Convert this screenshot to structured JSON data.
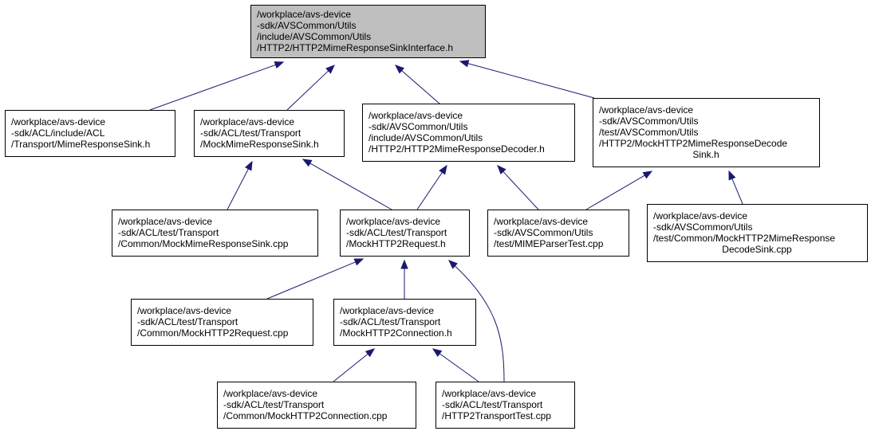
{
  "nodes": [
    {
      "id": "root",
      "lines": [
        "/workplace/avs-device",
        "-sdk/AVSCommon/Utils",
        "/include/AVSCommon/Utils",
        "/HTTP2/HTTP2MimeResponseSinkInterface.h"
      ],
      "highlight": true
    },
    {
      "id": "acl-mime-sink",
      "lines": [
        "/workplace/avs-device",
        "-sdk/ACL/include/ACL",
        "/Transport/MimeResponseSink.h"
      ]
    },
    {
      "id": "mock-mime-sink-h",
      "lines": [
        "/workplace/avs-device",
        "-sdk/ACL/test/Transport",
        "/MockMimeResponseSink.h"
      ]
    },
    {
      "id": "mime-decoder-h",
      "lines": [
        "/workplace/avs-device",
        "-sdk/AVSCommon/Utils",
        "/include/AVSCommon/Utils",
        "/HTTP2/HTTP2MimeResponseDecoder.h"
      ]
    },
    {
      "id": "mock-decode-sink-h",
      "lines": [
        "/workplace/avs-device",
        "-sdk/AVSCommon/Utils",
        "/test/AVSCommon/Utils",
        "/HTTP2/MockHTTP2MimeResponseDecode",
        "Sink.h"
      ]
    },
    {
      "id": "mock-mime-sink-cpp",
      "lines": [
        "/workplace/avs-device",
        "-sdk/ACL/test/Transport",
        "/Common/MockMimeResponseSink.cpp"
      ]
    },
    {
      "id": "mock-http2-request-h",
      "lines": [
        "/workplace/avs-device",
        "-sdk/ACL/test/Transport",
        "/MockHTTP2Request.h"
      ]
    },
    {
      "id": "mime-parser-test",
      "lines": [
        "/workplace/avs-device",
        "-sdk/AVSCommon/Utils",
        "/test/MIMEParserTest.cpp"
      ]
    },
    {
      "id": "mock-decode-sink-cpp",
      "lines": [
        "/workplace/avs-device",
        "-sdk/AVSCommon/Utils",
        "/test/Common/MockHTTP2MimeResponse",
        "DecodeSink.cpp"
      ]
    },
    {
      "id": "mock-http2-request-cpp",
      "lines": [
        "/workplace/avs-device",
        "-sdk/ACL/test/Transport",
        "/Common/MockHTTP2Request.cpp"
      ]
    },
    {
      "id": "mock-http2-connection-h",
      "lines": [
        "/workplace/avs-device",
        "-sdk/ACL/test/Transport",
        "/MockHTTP2Connection.h"
      ]
    },
    {
      "id": "mock-http2-connection-cpp",
      "lines": [
        "/workplace/avs-device",
        "-sdk/ACL/test/Transport",
        "/Common/MockHTTP2Connection.cpp"
      ]
    },
    {
      "id": "http2-transport-test",
      "lines": [
        "/workplace/avs-device",
        "-sdk/ACL/test/Transport",
        "/HTTP2TransportTest.cpp"
      ]
    }
  ],
  "edges": [
    {
      "from": "acl-mime-sink",
      "to": "root"
    },
    {
      "from": "mock-mime-sink-h",
      "to": "root"
    },
    {
      "from": "mime-decoder-h",
      "to": "root"
    },
    {
      "from": "mock-decode-sink-h",
      "to": "root"
    },
    {
      "from": "mock-mime-sink-cpp",
      "to": "mock-mime-sink-h"
    },
    {
      "from": "mock-http2-request-h",
      "to": "mock-mime-sink-h"
    },
    {
      "from": "mock-http2-request-h",
      "to": "mime-decoder-h"
    },
    {
      "from": "mime-parser-test",
      "to": "mime-decoder-h"
    },
    {
      "from": "mime-parser-test",
      "to": "mock-decode-sink-h"
    },
    {
      "from": "mock-decode-sink-cpp",
      "to": "mock-decode-sink-h"
    },
    {
      "from": "mock-http2-request-cpp",
      "to": "mock-http2-request-h"
    },
    {
      "from": "mock-http2-connection-h",
      "to": "mock-http2-request-h"
    },
    {
      "from": "http2-transport-test",
      "to": "mock-http2-request-h"
    },
    {
      "from": "mock-http2-connection-cpp",
      "to": "mock-http2-connection-h"
    },
    {
      "from": "http2-transport-test",
      "to": "mock-http2-connection-h"
    }
  ]
}
